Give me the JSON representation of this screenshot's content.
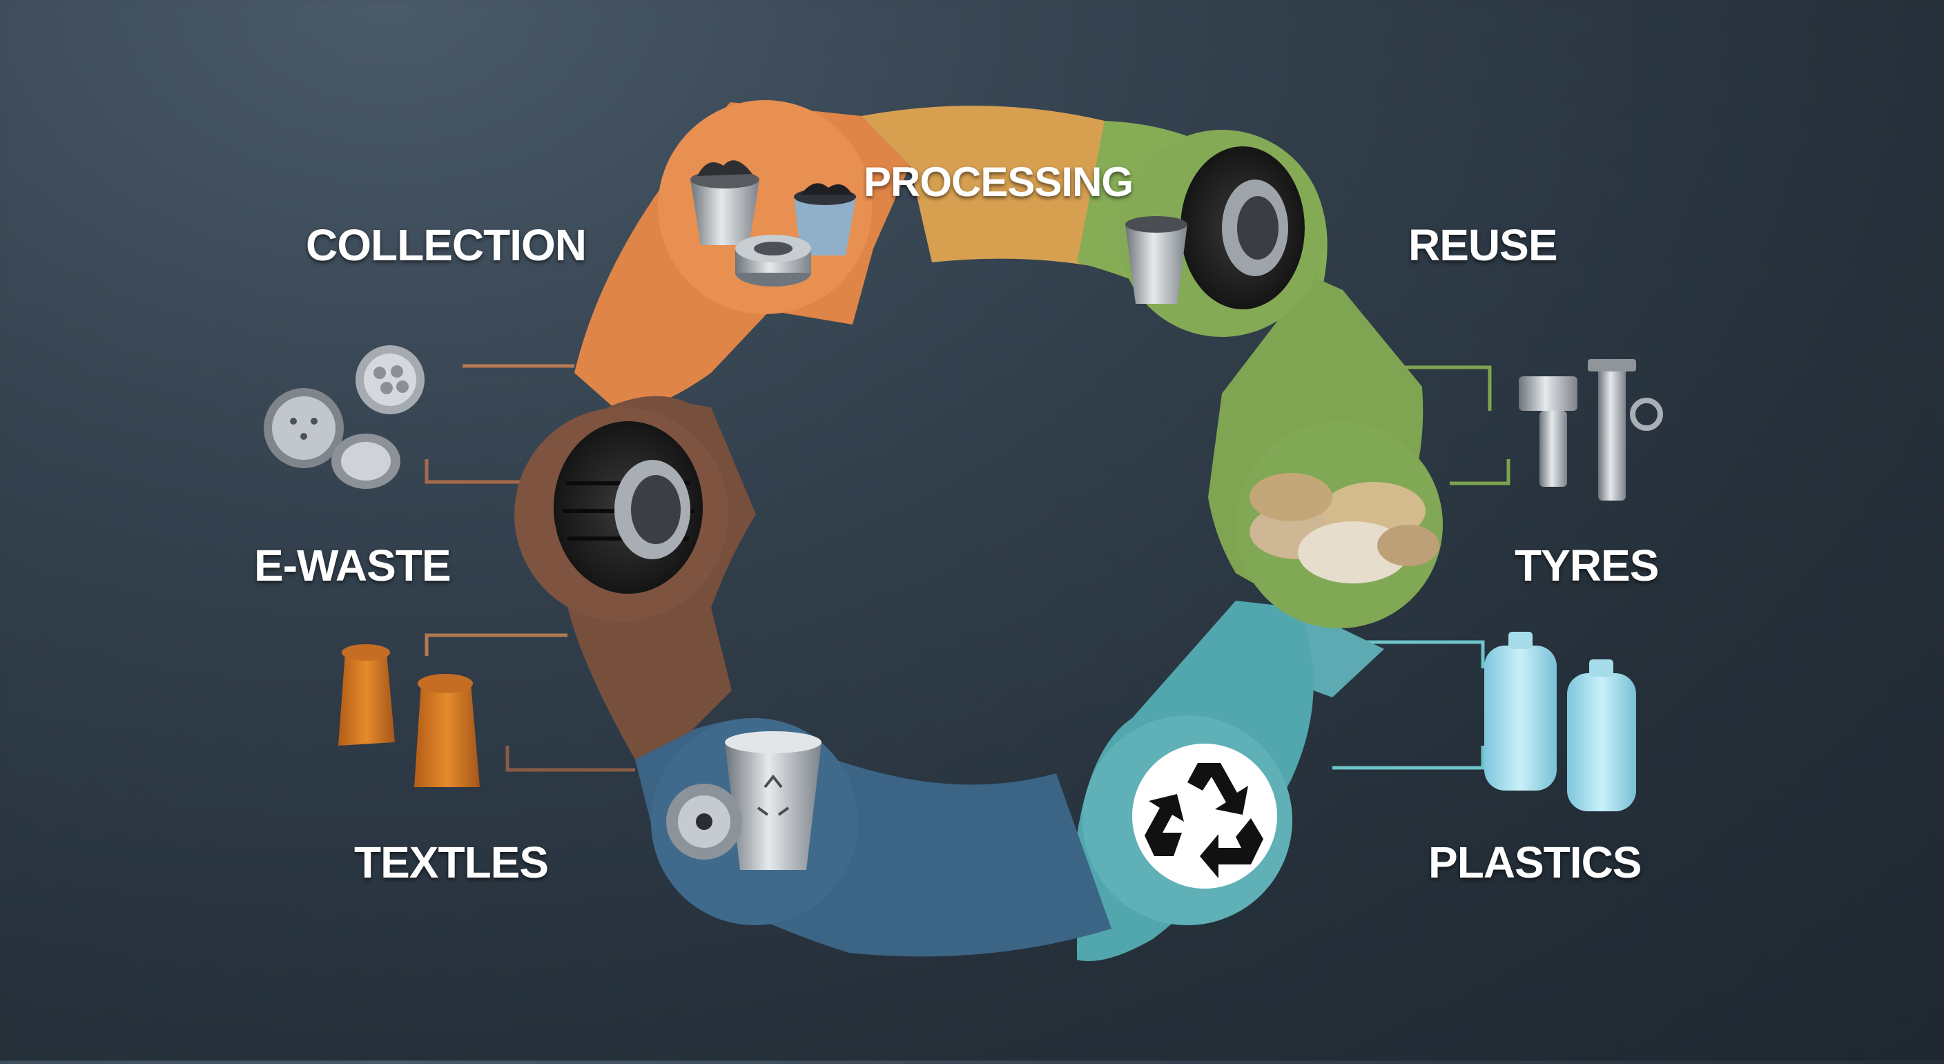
{
  "labels": {
    "collection": "COLLECTION",
    "processing": "PROCESSING",
    "reuse": "REUSE",
    "tyres": "TYRES",
    "plastics": "PLASTICS",
    "textiles": "TEXTLES",
    "ewaste": "E-WASTE"
  },
  "colors": {
    "orange": "#e08548",
    "orange_light": "#d9a24f",
    "green": "#7ea350",
    "teal": "#55a9b1",
    "blue": "#3e6788",
    "brown": "#7a4f3b",
    "background": "#2b3540",
    "connector": "#b07a52"
  },
  "icons": {
    "collection": "metal-buckets-icon",
    "reuse": "tyre-and-cup-icon",
    "tyres": "fibre-bundle-icon",
    "plastics": "recycle-symbol-icon",
    "textiles": "bin-and-tin-icon",
    "ewaste": "tyre-icon",
    "side_ewaste": "metal-discs-icon",
    "side_textiles": "fabric-sacks-icon",
    "side_reuse": "faucet-machine-icon",
    "side_plastics": "plastic-bottles-icon"
  }
}
